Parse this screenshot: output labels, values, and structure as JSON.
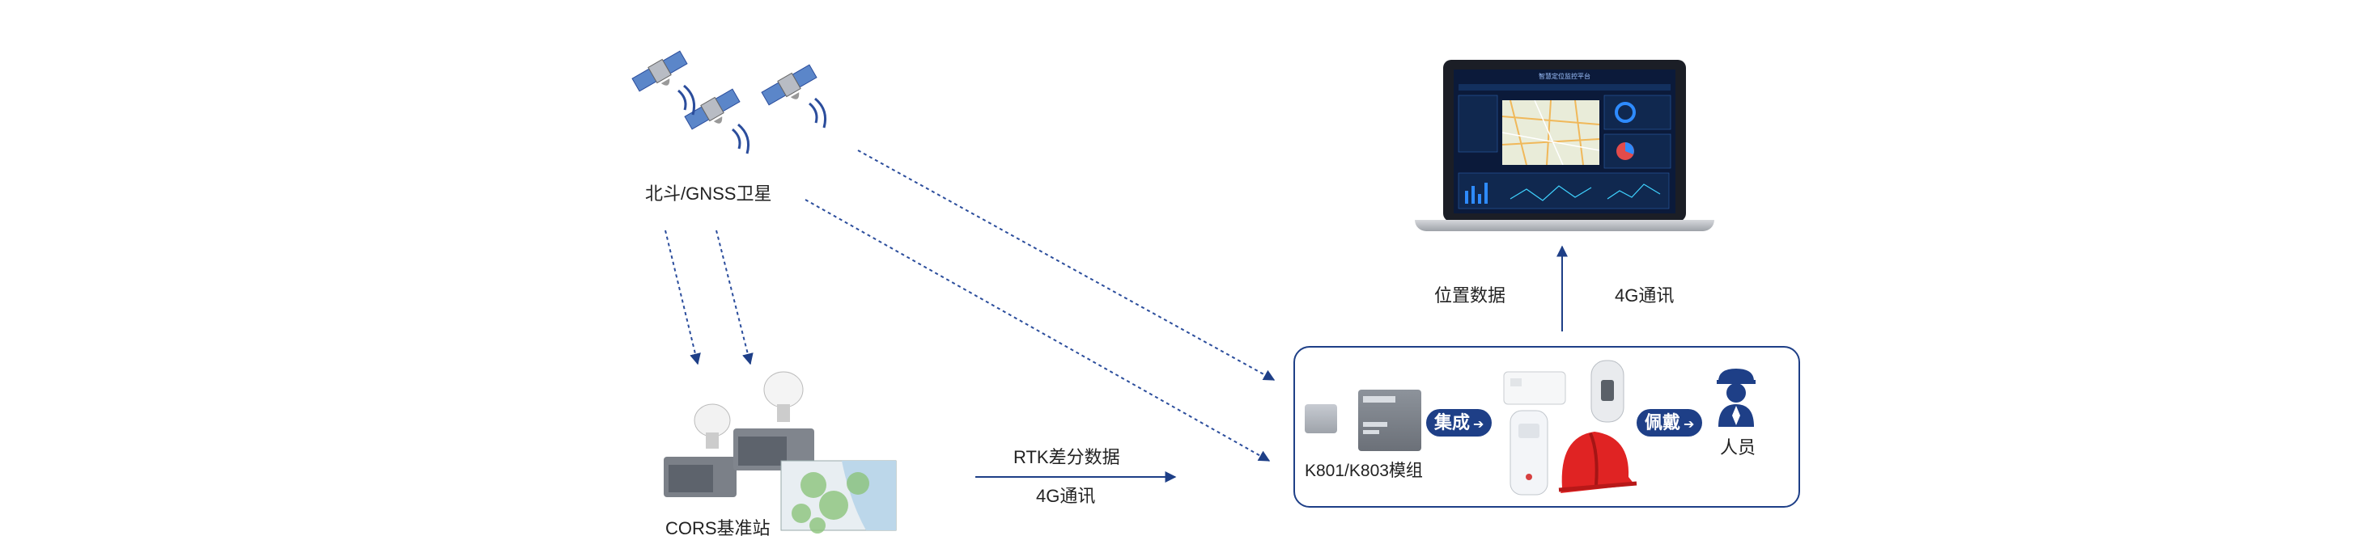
{
  "labels": {
    "satellite": "北斗/GNSS卫星",
    "cors": "CORS基准站",
    "rtk_line1": "RTK差分数据",
    "rtk_line2": "4G通讯",
    "position_data": "位置数据",
    "comm_4g": "4G通讯",
    "module": "K801/K803模组",
    "integrate": "集成",
    "wear": "佩戴",
    "person": "人员"
  },
  "screen": {
    "title": "智慧定位监控平台"
  },
  "colors": {
    "accent": "#1e3f87",
    "dashed_line": "#2b4d9c",
    "helmet": "#e02323",
    "screen_bg": "#0b1a3a"
  },
  "icons": [
    "satellite-icon",
    "gnss-receiver-icon",
    "laptop-icon",
    "chip-icon",
    "tracker-device-icon",
    "helmet-icon",
    "person-icon",
    "arrow-right-icon"
  ]
}
